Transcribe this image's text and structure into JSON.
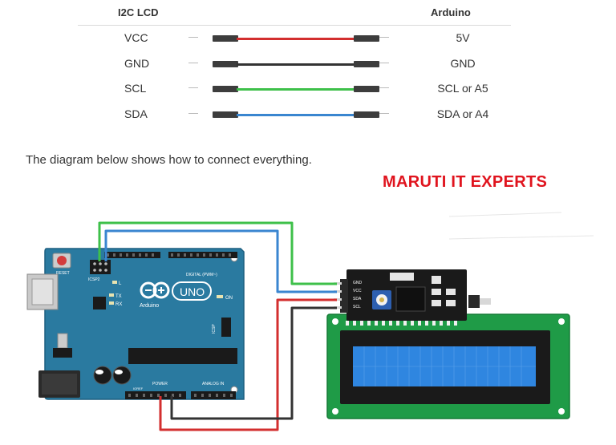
{
  "table": {
    "header_left": "I2C LCD",
    "header_right": "Arduino",
    "rows": [
      {
        "lcd": "VCC",
        "arduino": "5V",
        "wire_color": "#d32f2f"
      },
      {
        "lcd": "GND",
        "arduino": "GND",
        "wire_color": "#333333"
      },
      {
        "lcd": "SCL",
        "arduino": "SCL or A5",
        "wire_color": "#3ec04a"
      },
      {
        "lcd": "SDA",
        "arduino": "SDA or A4",
        "wire_color": "#3a86d0"
      }
    ]
  },
  "intro_text": "The diagram below shows how to connect everything.",
  "watermark_brand": "MARUTI IT EXPERTS",
  "board": {
    "logo_text": "UNO",
    "brand": "Arduino",
    "reset_label": "RESET",
    "icsp2_label": "ICSP2",
    "icsp_label": "ICSP",
    "digital_label": "DIGITAL (PWM~)",
    "power_label": "POWER",
    "analog_label": "ANALOG IN",
    "l_label": "L",
    "tx_label": "TX",
    "rx_label": "RX",
    "on_label": "ON",
    "ioref_label": "IOREF"
  },
  "i2c_module": {
    "pin_labels": [
      "GND",
      "VCC",
      "SDA",
      "SCL"
    ]
  },
  "colors": {
    "board": "#2a7aa0",
    "lcd_pcb": "#1f9b47",
    "lcd_screen": "#2f86e0",
    "wire_red": "#d32f2f",
    "wire_black": "#333333",
    "wire_green": "#3ec04a",
    "wire_blue": "#3a86d0",
    "brand_red": "#e0141e"
  }
}
